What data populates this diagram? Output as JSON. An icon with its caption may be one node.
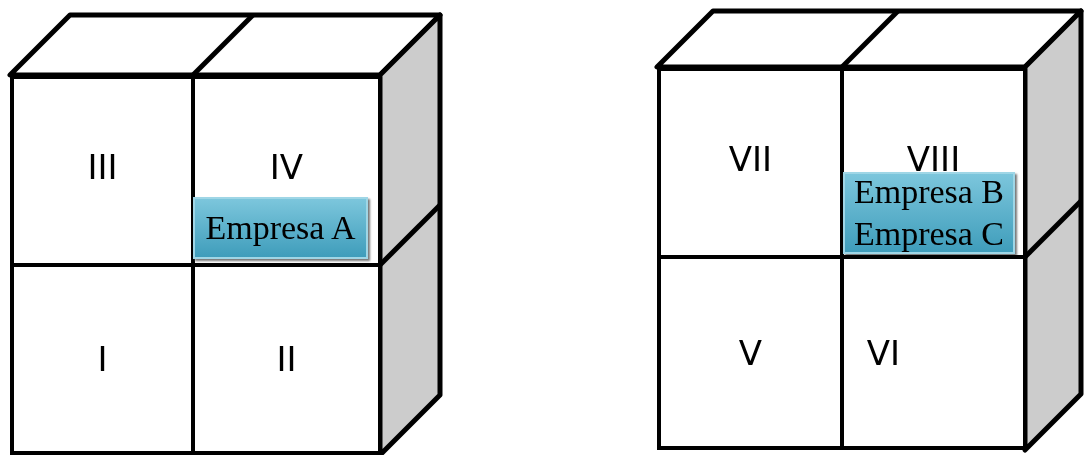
{
  "diagram": {
    "nodes": [
      {
        "text": [
          "III"
        ]
      },
      {
        "text": [
          "IV"
        ]
      },
      {
        "text": [
          "I"
        ]
      },
      {
        "text": [
          "II"
        ]
      },
      {
        "text": [
          "VII"
        ]
      },
      {
        "text": [
          "VIII"
        ]
      },
      {
        "text": [
          "V"
        ]
      },
      {
        "text": [
          "VI"
        ]
      },
      {
        "text": [
          "Empresa A"
        ],
        "in": 1
      },
      {
        "text": [
          "Empresa B",
          "Empresa C"
        ],
        "in": 5
      }
    ]
  }
}
